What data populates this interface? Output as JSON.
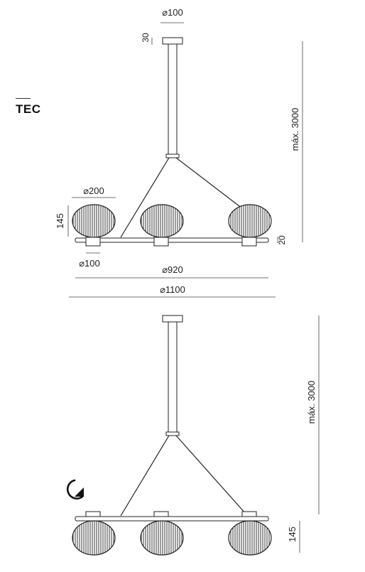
{
  "section_label": "TEC",
  "dimensions": {
    "canopy_diameter": "⌀100",
    "canopy_height": "30",
    "max_length": "máx. 3000",
    "shade_diameter": "⌀200",
    "shade_height": "145",
    "bar_height": "20",
    "holder_diameter": "⌀100",
    "bar_length": "⌀920",
    "total_length": "⌀1100"
  },
  "views": {
    "bottom": {
      "max_length": "máx. 3000",
      "shade_height": "145"
    }
  },
  "icons": {
    "rotate": "rotate-arrow-icon"
  }
}
